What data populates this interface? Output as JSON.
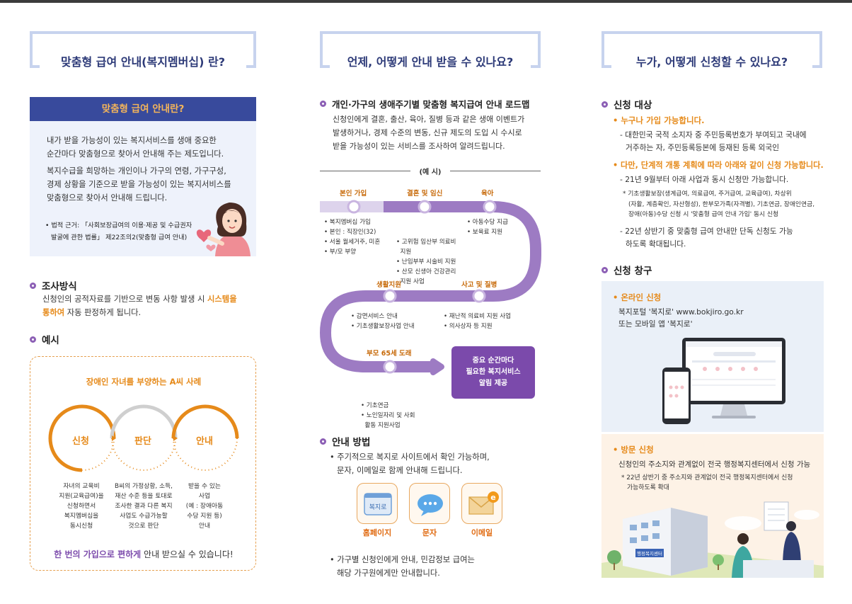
{
  "col1": {
    "header": "맞춤형 급여 안내(복지멤버십) 란?",
    "definition": {
      "title": "맞춤형 급여 안내란?",
      "p1_l1": "내가 받을 가능성이 있는 복지서비스를 생애 중요한",
      "p1_l2": "순간마다 맞춤형으로 찾아서 안내해 주는 제도입니다.",
      "p2_l1": "복지수급을 희망하는 개인이나 가구의 연령, 가구구성,",
      "p2_l2": "경제 상황을 기준으로 받을 가능성이 있는 복지서비스를",
      "p2_l3": "맞춤형으로 찾아서 안내해 드립니다.",
      "law_l1": "• 법적 근거: 「사회보장급여의 이용·제공 및 수급권자",
      "law_l2": "발굴에 관한 법률」 제22조의2(맞춤형 급여 안내)"
    },
    "method": {
      "title": "조사방식",
      "l1_pre": "신청인의 공적자료를 기반으로 변동 사항 발생 시 ",
      "l1_hl": "시스템을",
      "l2_hl": "통하여",
      "l2_post": " 자동 판정하게 됩니다."
    },
    "example": {
      "title": "예시",
      "case_title": "장애인 자녀를 부양하는 A씨 사례",
      "steps": [
        "신청",
        "판단",
        "안내"
      ],
      "desc1": [
        "자녀의 교육비",
        "지원(교육급여)을",
        "신청하면서",
        "복지멤버십을",
        "동시신청"
      ],
      "desc2": [
        "B씨의 가정상황, 소득,",
        "재산 수준 등을 토대로",
        "조사한 결과 다른 복지",
        "사업도 수급가능할",
        "것으로 판단"
      ],
      "desc3": [
        "받을 수 있는",
        "사업",
        "(예 : 장애아동",
        "수당 지원 등)",
        "안내"
      ],
      "bottom_hl": "한 번의 가입으로 편하게",
      "bottom_post": " 안내 받으실 수 있습니다!"
    }
  },
  "col2": {
    "header": "언제, 어떻게 안내 받을 수 있나요?",
    "roadmap_title": "개인·가구의 생애주기별 맞춤형 복지급여 안내 로드맵",
    "intro_l1": "신청인에게 결혼, 출산, 육아, 질병 등과 같은 생애 이벤트가",
    "intro_l2": "발생하거나, 경제 수준의 변동, 신규 제도의 도입 시 수시로",
    "intro_l3": "받을 가능성이 있는 서비스를 조사하여 알려드립니다.",
    "example_label": "(예 시)",
    "stages": {
      "s1": "본인 가입",
      "s2": "결혼 및 임신",
      "s3": "육아",
      "s4": "생활지원",
      "s5": "사고 및 질병",
      "s6": "부모 65세 도래"
    },
    "items": {
      "s1": [
        "• 복지멤버십 가입",
        "• 본인 : 직장인(32)",
        "• 서울 월세거주, 미혼",
        "• 부/모 부양"
      ],
      "s2": [
        "• 고위험 임산부 의료비",
        "  지원",
        "• 난임부부 시술비 지원",
        "• 산모 신생아 건강관리",
        "  지원 사업"
      ],
      "s3": [
        "• 아동수당 지급",
        "• 보육료 지원"
      ],
      "s4": [
        "• 감면서비스 안내",
        "• 기초생활보장사업 안내"
      ],
      "s5": [
        "• 재난적 의료비 지원 사업",
        "• 의사상자 등 지원"
      ],
      "s6": [
        "• 기초연금",
        "• 노인일자리 및 사회",
        "  활동 지원사업"
      ]
    },
    "end_box": [
      "중요 순간마다",
      "필요한 복지서비스",
      "알림 제공"
    ],
    "method_title": "안내 방법",
    "method_l1": "• 주기적으로 복지로 사이트에서 확인 가능하며,",
    "method_l2": "문자, 이메일로 함께 안내해 드립니다.",
    "channels": [
      "홈페이지",
      "문자",
      "이메일"
    ],
    "homepage_icon_text": "복지로",
    "bottom_l1": "• 가구별 신청인에게 안내, 민감정보 급여는",
    "bottom_l2": "해당 가구원에게만 안내합니다."
  },
  "col3": {
    "header": "누가, 어떻게 신청할 수 있나요?",
    "target_title": "신청 대상",
    "t1_head": "• 누구나 가입 가능합니다.",
    "t1_l1": "- 대한민국 국적 소지자 중 주민등록번호가 부여되고 국내에",
    "t1_l2": "거주하는 자, 주민등록등본에 등재된 등록 외국인",
    "t2_head": "• 다만, 단계적 개통 계획에 따라 아래와 같이 신청 가능합니다.",
    "t2_l1": "- 21년 9월부터 아래 사업과 동시 신청만 가능합니다.",
    "t2_note": [
      "* 기초생활보장(생계급여, 의료급여, 주거급여, 교육급여), 차상위",
      "(자활, 계층확인, 자산형성), 한부모가족(자격별), 기초연금, 장애인연금,",
      "장애(아동)수당 신청 시 '맞춤형 급여 안내 가입' 동시 신청"
    ],
    "t2_l2": "- 22년 상반기 중 맞춤형 급여 안내만 단독 신청도 가능",
    "t2_l3": "하도록 확대됩니다.",
    "window_title": "신청 창구",
    "online_head": "• 온라인 신청",
    "online_l1": "복지포털 '복지로' www.bokjiro.go.kr",
    "online_l2": "또는 모바일 앱 '복지로'",
    "visit_head": "• 방문 신청",
    "visit_l1": "신청인의 주소지와 관계없이 전국 행정복지센터에서 신청 가능",
    "visit_note1": "* 22년 상반기 중 주소지와 관계없이 전국 행정복지센터에서 신청",
    "visit_note2": "가능하도록 확대",
    "building_sign": "행정복지센터"
  },
  "colors": {
    "navy": "#384a9c",
    "orange": "#e68a1a",
    "purple": "#7b4aab",
    "bracket": "#c7d3ee"
  }
}
